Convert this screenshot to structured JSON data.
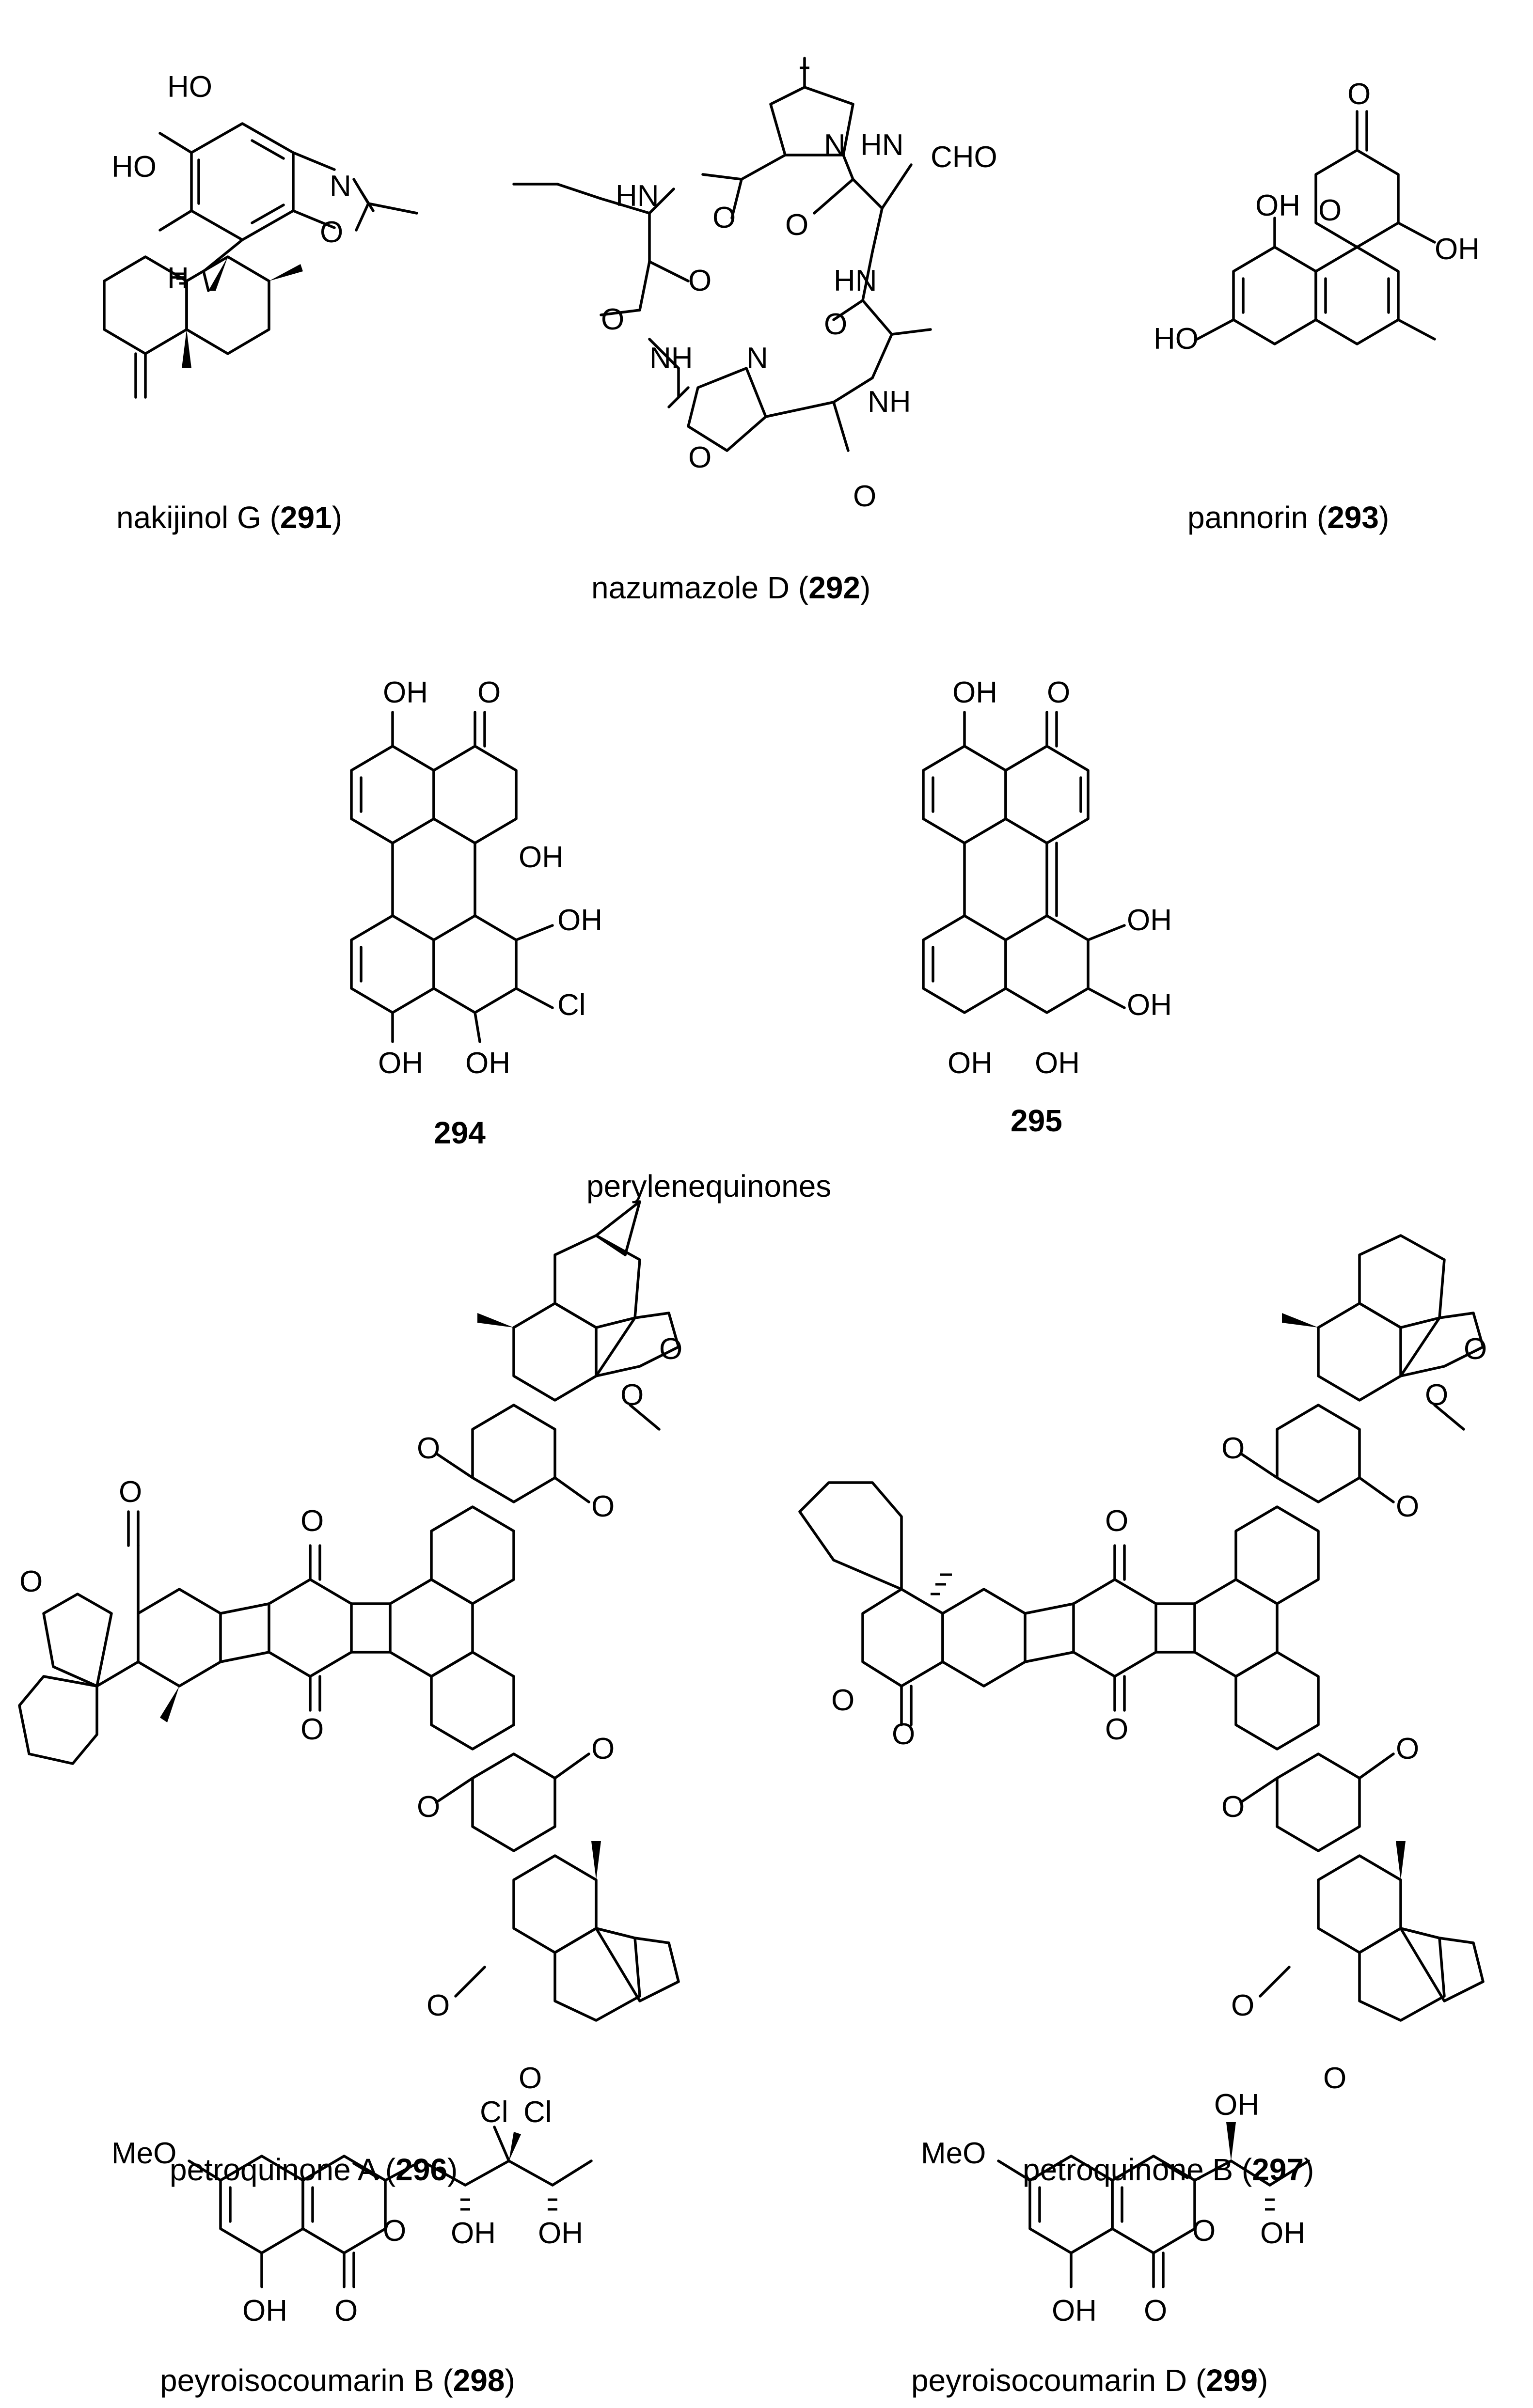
{
  "compounds": [
    {
      "name": "nakijinol G",
      "number": "291"
    },
    {
      "name": "nazumazole D",
      "number": "292"
    },
    {
      "name": "pannorin",
      "number": "293"
    },
    {
      "name": "",
      "number": "294"
    },
    {
      "name": "",
      "number": "295"
    },
    {
      "name": "petroquinone A",
      "number": "296"
    },
    {
      "name": "petroquinone B",
      "number": "297"
    },
    {
      "name": "peyroisocoumarin B",
      "number": "298"
    },
    {
      "name": "peyroisocoumarin D",
      "number": "299"
    }
  ],
  "group_label": "perylenequinones",
  "atoms": {
    "oh": "OH",
    "ho": "HO",
    "o": "O",
    "n": "N",
    "h": "H",
    "nh": "NH",
    "hn": "HN",
    "cl": "Cl",
    "cho": "CHO",
    "meo": "MeO"
  }
}
